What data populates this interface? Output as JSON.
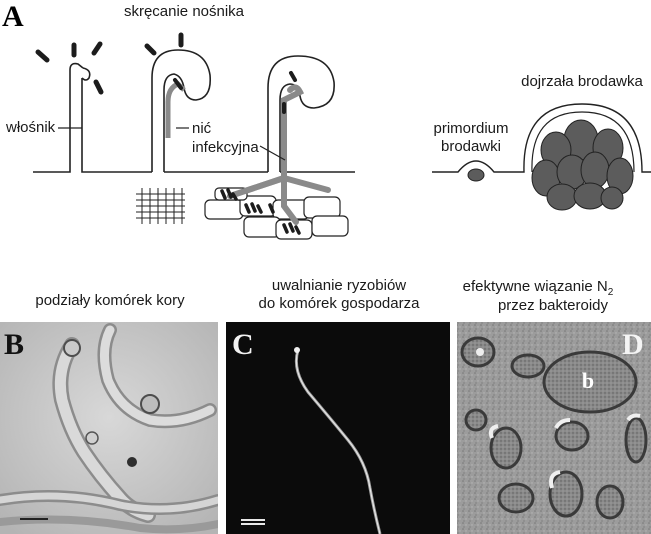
{
  "figure": {
    "colors": {
      "infection_thread": "#8a8a8a",
      "bacteria": "#1c1c1c",
      "bacteroid_fill": "#5c5c5c",
      "line": "#222222",
      "micrograph_b_bg": "#c8c8c8",
      "micrograph_c_bg": "#0b0b0b",
      "micrograph_d_bg": "#9a9a9a"
    },
    "panel_a": {
      "letter": "A",
      "labels": {
        "root_hair_curling": "skręcanie nośnika",
        "root_hair": "włośnik",
        "infection_thread_line1": "nić",
        "infection_thread_line2": "infekcyjna",
        "mature_nodule": "dojrzała brodawka",
        "primordium_line1": "primordium",
        "primordium_line2": "brodawki"
      }
    },
    "captions": {
      "b": "podziały komórek kory",
      "c_line1": "uwalnianie ryzobiów",
      "c_line2": "do komórek gospodarza",
      "d_line1_main": "efektywne wiązanie N",
      "d_line1_sub": "2",
      "d_line2": "przez bakteroidy"
    },
    "panel_b": {
      "letter": "B"
    },
    "panel_c": {
      "letter": "C"
    },
    "panel_d": {
      "letter": "D",
      "bacteroid_label": "b"
    }
  }
}
